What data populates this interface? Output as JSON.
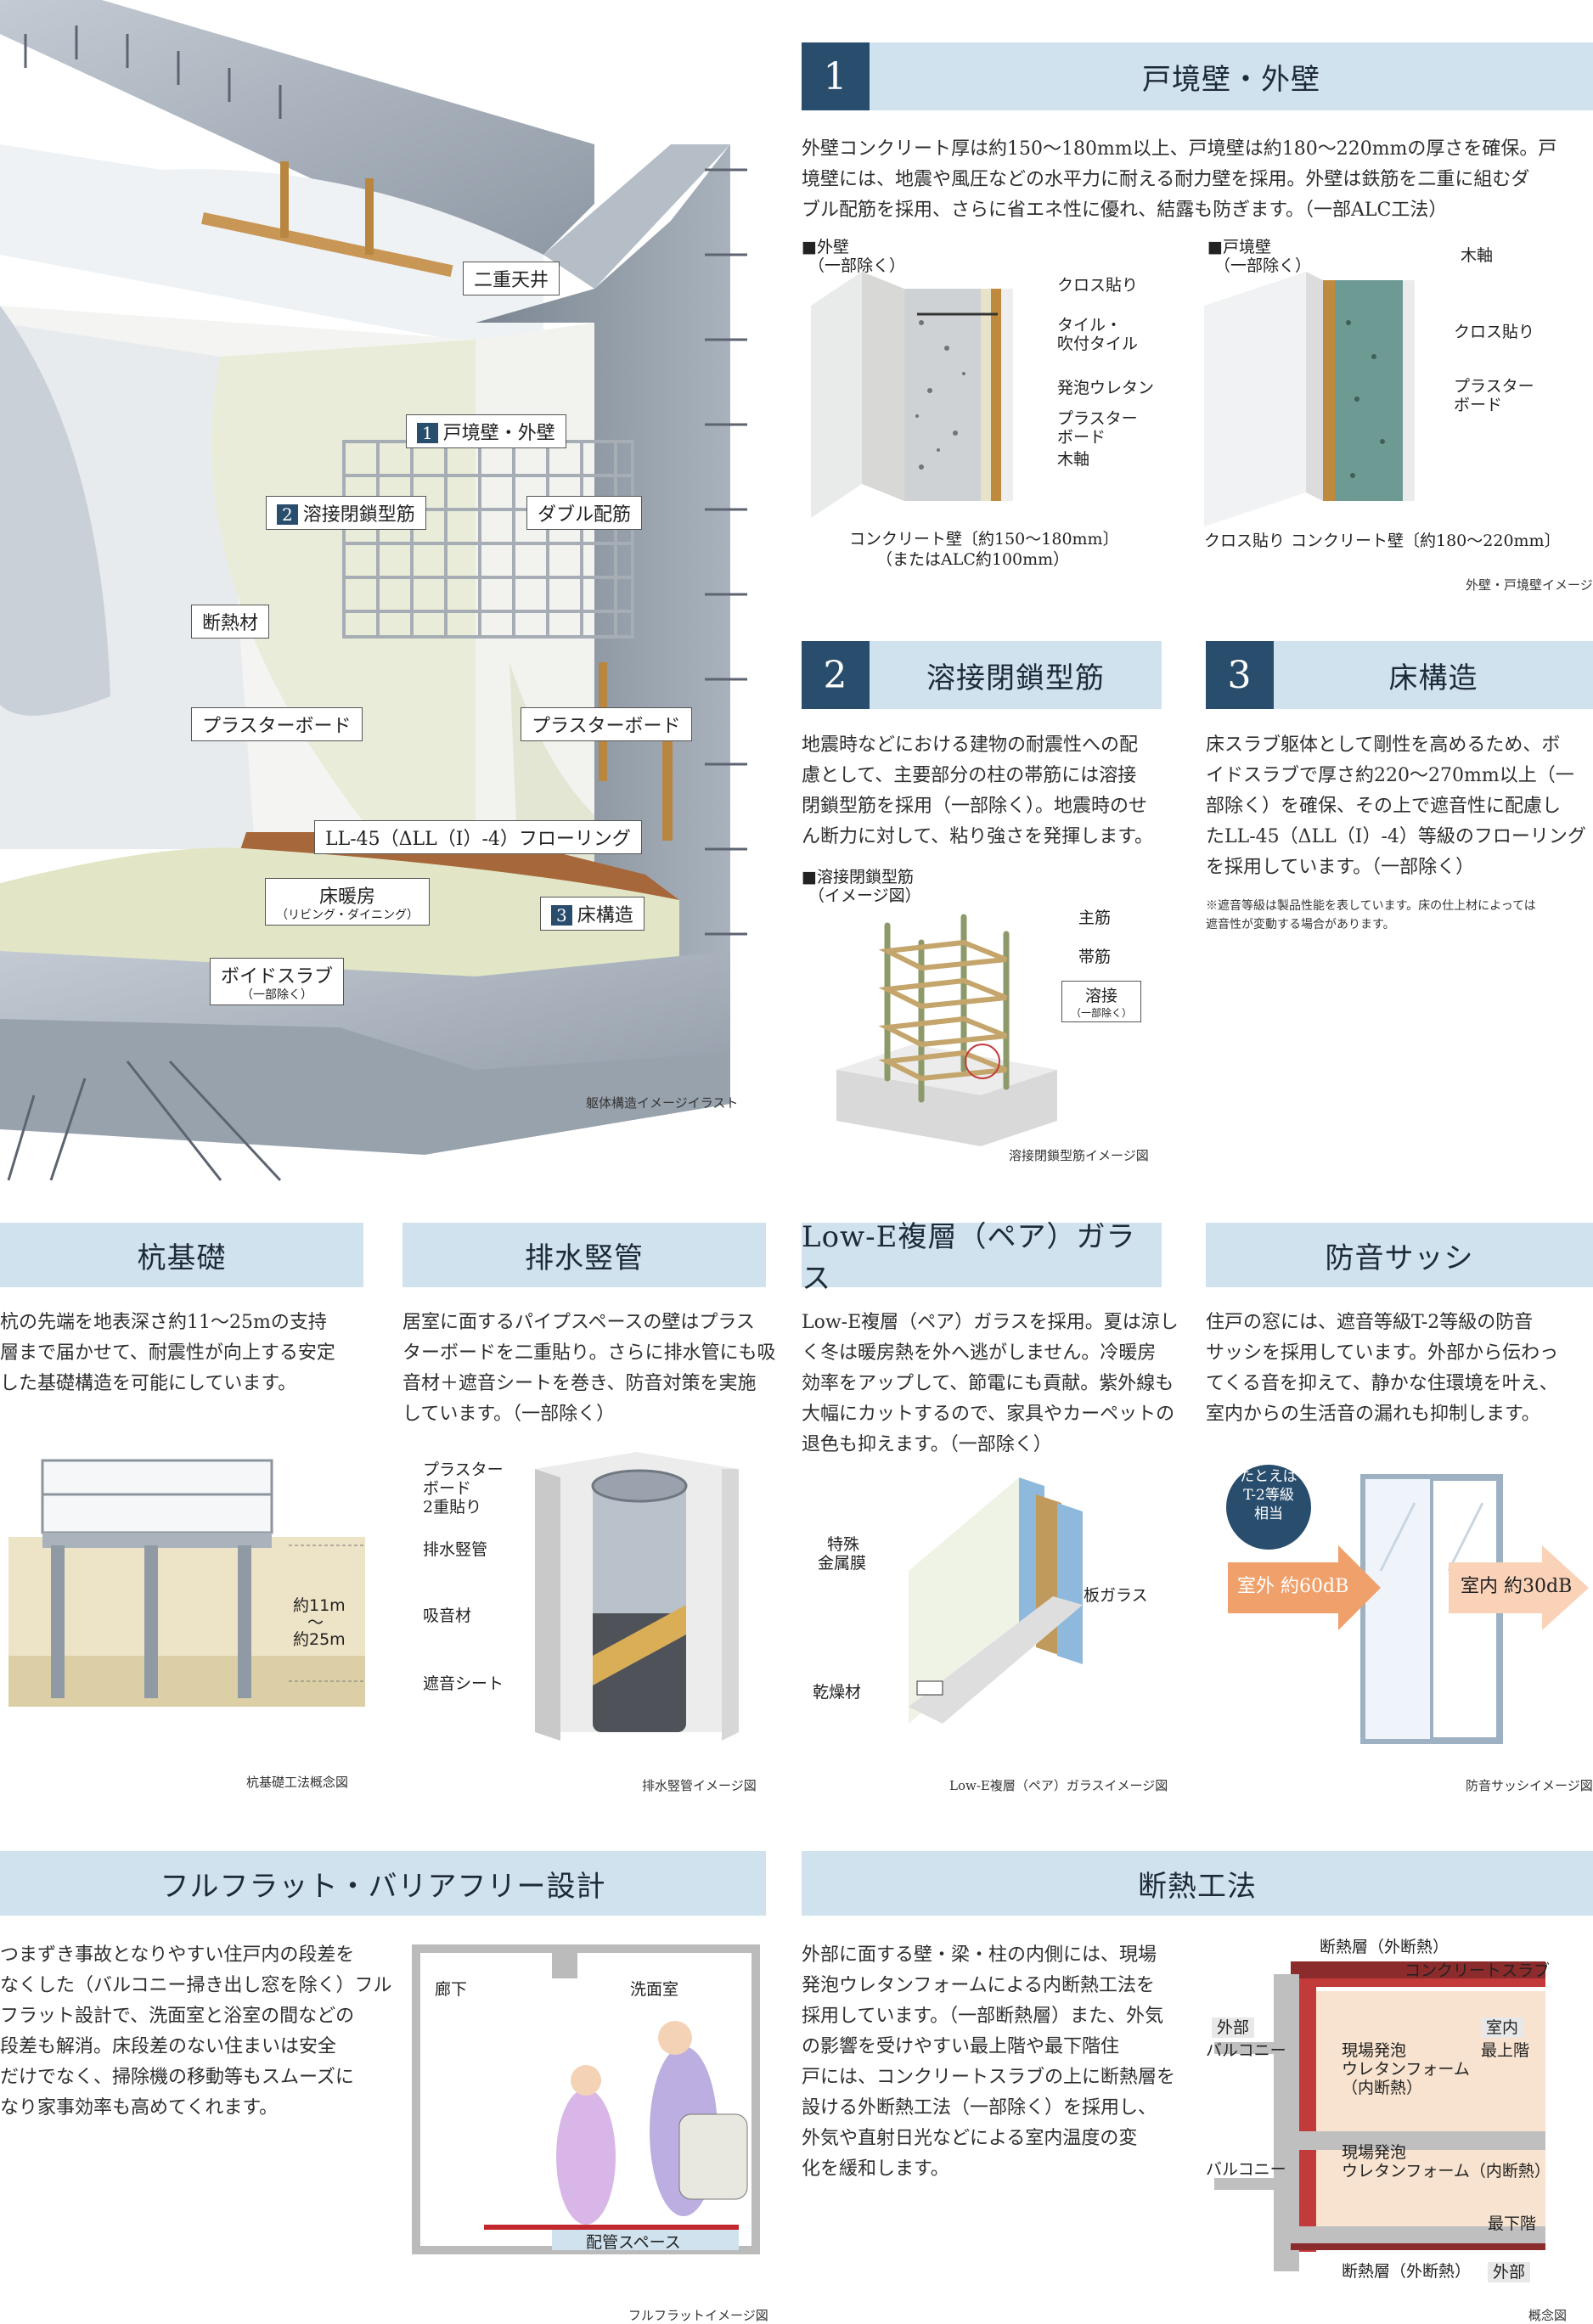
{
  "illustration": {
    "labels": {
      "double_ceiling": "二重天井",
      "wall_tag_num": "1",
      "wall_tag": "戸境壁・外壁",
      "weld_tag_num": "2",
      "weld_tag": "溶接閉鎖型筋",
      "double_rebar": "ダブル配筋",
      "insulation": "断熱材",
      "plaster_left": "プラスターボード",
      "plaster_right": "プラスターボード",
      "flooring": "LL-45（ΔLL（I）-4）フローリング",
      "floor_heating": "床暖房",
      "floor_heating_sub": "（リビング・ダイニング）",
      "floor_tag_num": "3",
      "floor_tag": "床構造",
      "void_slab": "ボイドスラブ",
      "void_slab_sub": "（一部除く）"
    },
    "caption": "躯体構造イメージイラスト"
  },
  "section1": {
    "num": "1",
    "title": "戸境壁・外壁",
    "lines": [
      "外壁コンクリート厚は約150～180mm以上、戸境壁は約180～220mmの厚さを確保。戸",
      "境壁には、地震や風圧などの水平力に耐える耐力壁を採用。外壁は鉄筋を二重に組むダ",
      "ブル配筋を採用、さらに省エネ性に優れ、結露も防ぎます。（一部ALC工法）"
    ],
    "outer": {
      "title": "■外壁",
      "title_sub": "（一部除く）",
      "cross": "クロス貼り",
      "tile1": "タイル・",
      "tile2": "吹付タイル",
      "urethane": "発泡ウレタン",
      "plaster1": "プラスター",
      "plaster2": "ボード",
      "wood": "木軸",
      "concrete1": "コンクリート壁〔約150～180mm〕",
      "concrete2": "（またはALC約100mm）"
    },
    "party": {
      "title": "■戸境壁",
      "title_sub": "（一部除く）",
      "wood": "木軸",
      "cross": "クロス貼り",
      "plaster1": "プラスター",
      "plaster2": "ボード",
      "cross_bottom": "クロス貼り",
      "concrete": "コンクリート壁〔約180～220mm〕"
    },
    "caption": "外壁・戸境壁イメージ図"
  },
  "section2": {
    "num": "2",
    "title": "溶接閉鎖型筋",
    "lines": [
      "地震時などにおける建物の耐震性への配",
      "慮として、主要部分の柱の帯筋には溶接",
      "閉鎖型筋を採用（一部除く）。地震時のせ",
      "ん断力に対して、粘り強さを発揮します。"
    ],
    "fig_title": "■溶接閉鎖型筋",
    "fig_title_sub": "（イメージ図）",
    "main_bar": "主筋",
    "hoop": "帯筋",
    "weld": "溶接",
    "weld_sub": "（一部除く）",
    "caption": "溶接閉鎖型筋イメージ図"
  },
  "section3": {
    "num": "3",
    "title": "床構造",
    "lines": [
      "床スラブ躯体として剛性を高めるため、ボ",
      "イドスラブで厚さ約220～270mm以上（一",
      "部除く）を確保、その上で遮音性に配慮し",
      "たLL-45（ΔLL（I）-4）等級のフローリング",
      "を採用しています。（一部除く）"
    ],
    "note1": "※遮音等級は製品性能を表しています。床の仕上材によっては",
    "note2": "遮音性が変動する場合があります。"
  },
  "pile": {
    "title": "杭基礎",
    "lines": [
      "杭の先端を地表深さ約11～25mの支持",
      "層まで届かせて、耐震性が向上する安定",
      "した基礎構造を可能にしています。"
    ],
    "depth1": "約11m",
    "depth_sep": "～",
    "depth2": "約25m",
    "caption": "杭基礎工法概念図"
  },
  "drain": {
    "title": "排水竪管",
    "lines": [
      "居室に面するパイプスペースの壁はプラス",
      "ターボードを二重貼り。さらに排水管にも吸",
      "音材＋遮音シートを巻き、防音対策を実施",
      "しています。（一部除く）"
    ],
    "plaster1": "プラスター",
    "plaster2": "ボード",
    "plaster3": "2重貼り",
    "pipe": "排水竪管",
    "absorb": "吸音材",
    "sheet": "遮音シート",
    "caption": "排水竪管イメージ図"
  },
  "glass": {
    "title": "Low-E複層（ペア）ガラス",
    "lines": [
      "Low-E複層（ペア）ガラスを採用。夏は涼し",
      "く冬は暖房熱を外へ逃がしません。冷暖房",
      "効率をアップして、節電にも貢献。紫外線も",
      "大幅にカットするので、家具やカーペットの",
      "退色も抑えます。（一部除く）"
    ],
    "film1": "特殊",
    "film2": "金属膜",
    "pane": "板ガラス",
    "desiccant": "乾燥材",
    "caption": "Low-E複層（ペア）ガラスイメージ図"
  },
  "sash": {
    "title": "防音サッシ",
    "lines": [
      "住戸の窓には、遮音等級T-2等級の防音",
      "サッシを採用しています。外部から伝わっ",
      "てくる音を抑えて、静かな住環境を叶え、",
      "室内からの生活音の漏れも抑制します。"
    ],
    "badge1": "たとえば",
    "badge2": "T-2等級",
    "badge3": "相当",
    "outside": "室外 約60dB",
    "inside": "室内 約30dB",
    "caption": "防音サッシイメージ図"
  },
  "flat": {
    "title": "フルフラット・バリアフリー設計",
    "lines": [
      "つまずき事故となりやすい住戸内の段差を",
      "なくした（バルコニー掃き出し窓を除く）フル",
      "フラット設計で、洗面室と浴室の間などの",
      "段差も解消。床段差のない住まいは安全",
      "だけでなく、掃除機の移動等もスムーズに",
      "なり家事効率も高めてくれます。"
    ],
    "corridor": "廊下",
    "washroom": "洗面室",
    "pipe_space": "配管スペース",
    "caption": "フルフラットイメージ図"
  },
  "insul": {
    "title": "断熱工法",
    "lines": [
      "外部に面する壁・梁・柱の内側には、現場",
      "発泡ウレタンフォームによる内断熱工法を",
      "採用しています。（一部断熱層）また、外気",
      "の影響を受けやすい最上階や最下階住",
      "戸には、コンクリートスラブの上に断熱層を",
      "設ける外断熱工法（一部除く）を採用し、",
      "外気や直射日光などによる室内温度の変",
      "化を緩和します。"
    ],
    "ext_layer_top": "断熱層（外断熱）",
    "slab": "コンクリートスラブ",
    "outside": "外部",
    "balcony_top": "バルコニー",
    "indoor": "室内",
    "top_floor": "最上階",
    "foam1": "現場発泡",
    "foam2": "ウレタンフォーム",
    "foam3": "（内断熱）",
    "balcony_mid": "バルコニー",
    "foam_mid1": "現場発泡",
    "foam_mid2": "ウレタンフォーム（内断熱）",
    "bottom_floor": "最下階",
    "ext_layer_bottom": "断熱層（外断熱）",
    "outside_bottom": "外部",
    "caption": "概念図"
  }
}
